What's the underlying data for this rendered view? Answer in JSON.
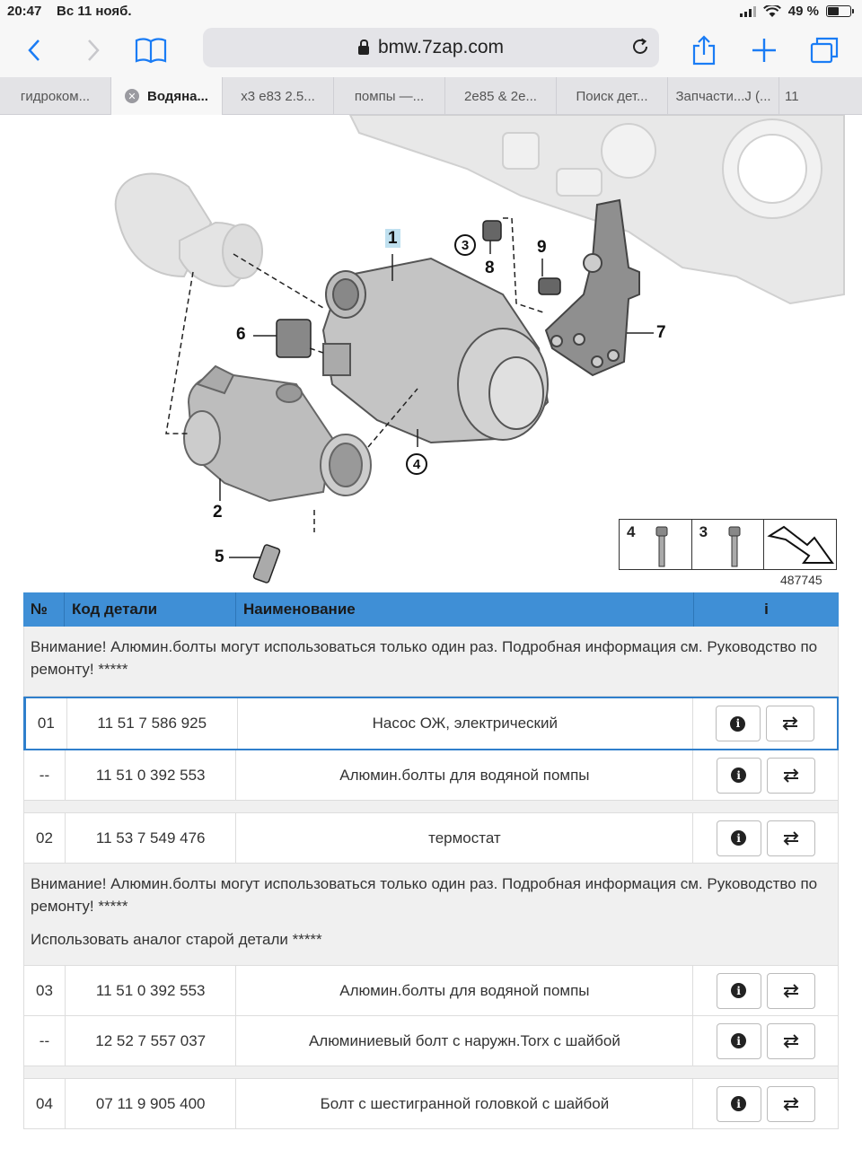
{
  "status": {
    "time": "20:47",
    "date": "Вс 11 нояб.",
    "battery": "49 %",
    "battery_level": 0.49
  },
  "browser": {
    "url": "bmw.7zap.com"
  },
  "tabs": [
    {
      "label": "гидроком..."
    },
    {
      "label": "Водяна..."
    },
    {
      "label": "x3 e83 2.5..."
    },
    {
      "label": "помпы —..."
    },
    {
      "label": "2e85 & 2e..."
    },
    {
      "label": "Поиск дет..."
    },
    {
      "label": "Запчасти...Ј (..."
    },
    {
      "label": "11"
    }
  ],
  "diagram": {
    "callouts": [
      "1",
      "2",
      "3",
      "4",
      "5",
      "6",
      "7",
      "8",
      "9"
    ],
    "legend": [
      "4",
      "3"
    ],
    "id": "487745"
  },
  "table": {
    "headers": {
      "num": "№",
      "code": "Код детали",
      "name": "Наименование",
      "info": "i"
    },
    "note1": "Внимание! Алюмин.болты могут использоваться только один раз. Подробная информация см. Руководство по ремонту! *****",
    "rows1": [
      {
        "num": "01",
        "code": "11 51 7 586 925",
        "name": "Насос ОЖ, электрический"
      },
      {
        "num": "--",
        "code": "11 51 0 392 553",
        "name": "Алюмин.болты для водяной помпы"
      }
    ],
    "row2": {
      "num": "02",
      "code": "11 53 7 549 476",
      "name": "термостат"
    },
    "note2a": "Внимание! Алюмин.болты могут использоваться только один раз. Подробная информация см. Руководство по ремонту! *****",
    "note2b": "Использовать аналог старой детали *****",
    "rows3": [
      {
        "num": "03",
        "code": "11 51 0 392 553",
        "name": "Алюмин.болты для водяной помпы"
      },
      {
        "num": "--",
        "code": "12 52 7 557 037",
        "name": "Алюминиевый болт с наружн.Torx с шайбой"
      }
    ],
    "row4": {
      "num": "04",
      "code": "07 11 9 905 400",
      "name": "Болт с шестигранной головкой с шайбой"
    }
  },
  "colors": {
    "accent": "#1a7cf5",
    "table_header": "#3f8fd6",
    "selected_border": "#2f7fcc"
  }
}
